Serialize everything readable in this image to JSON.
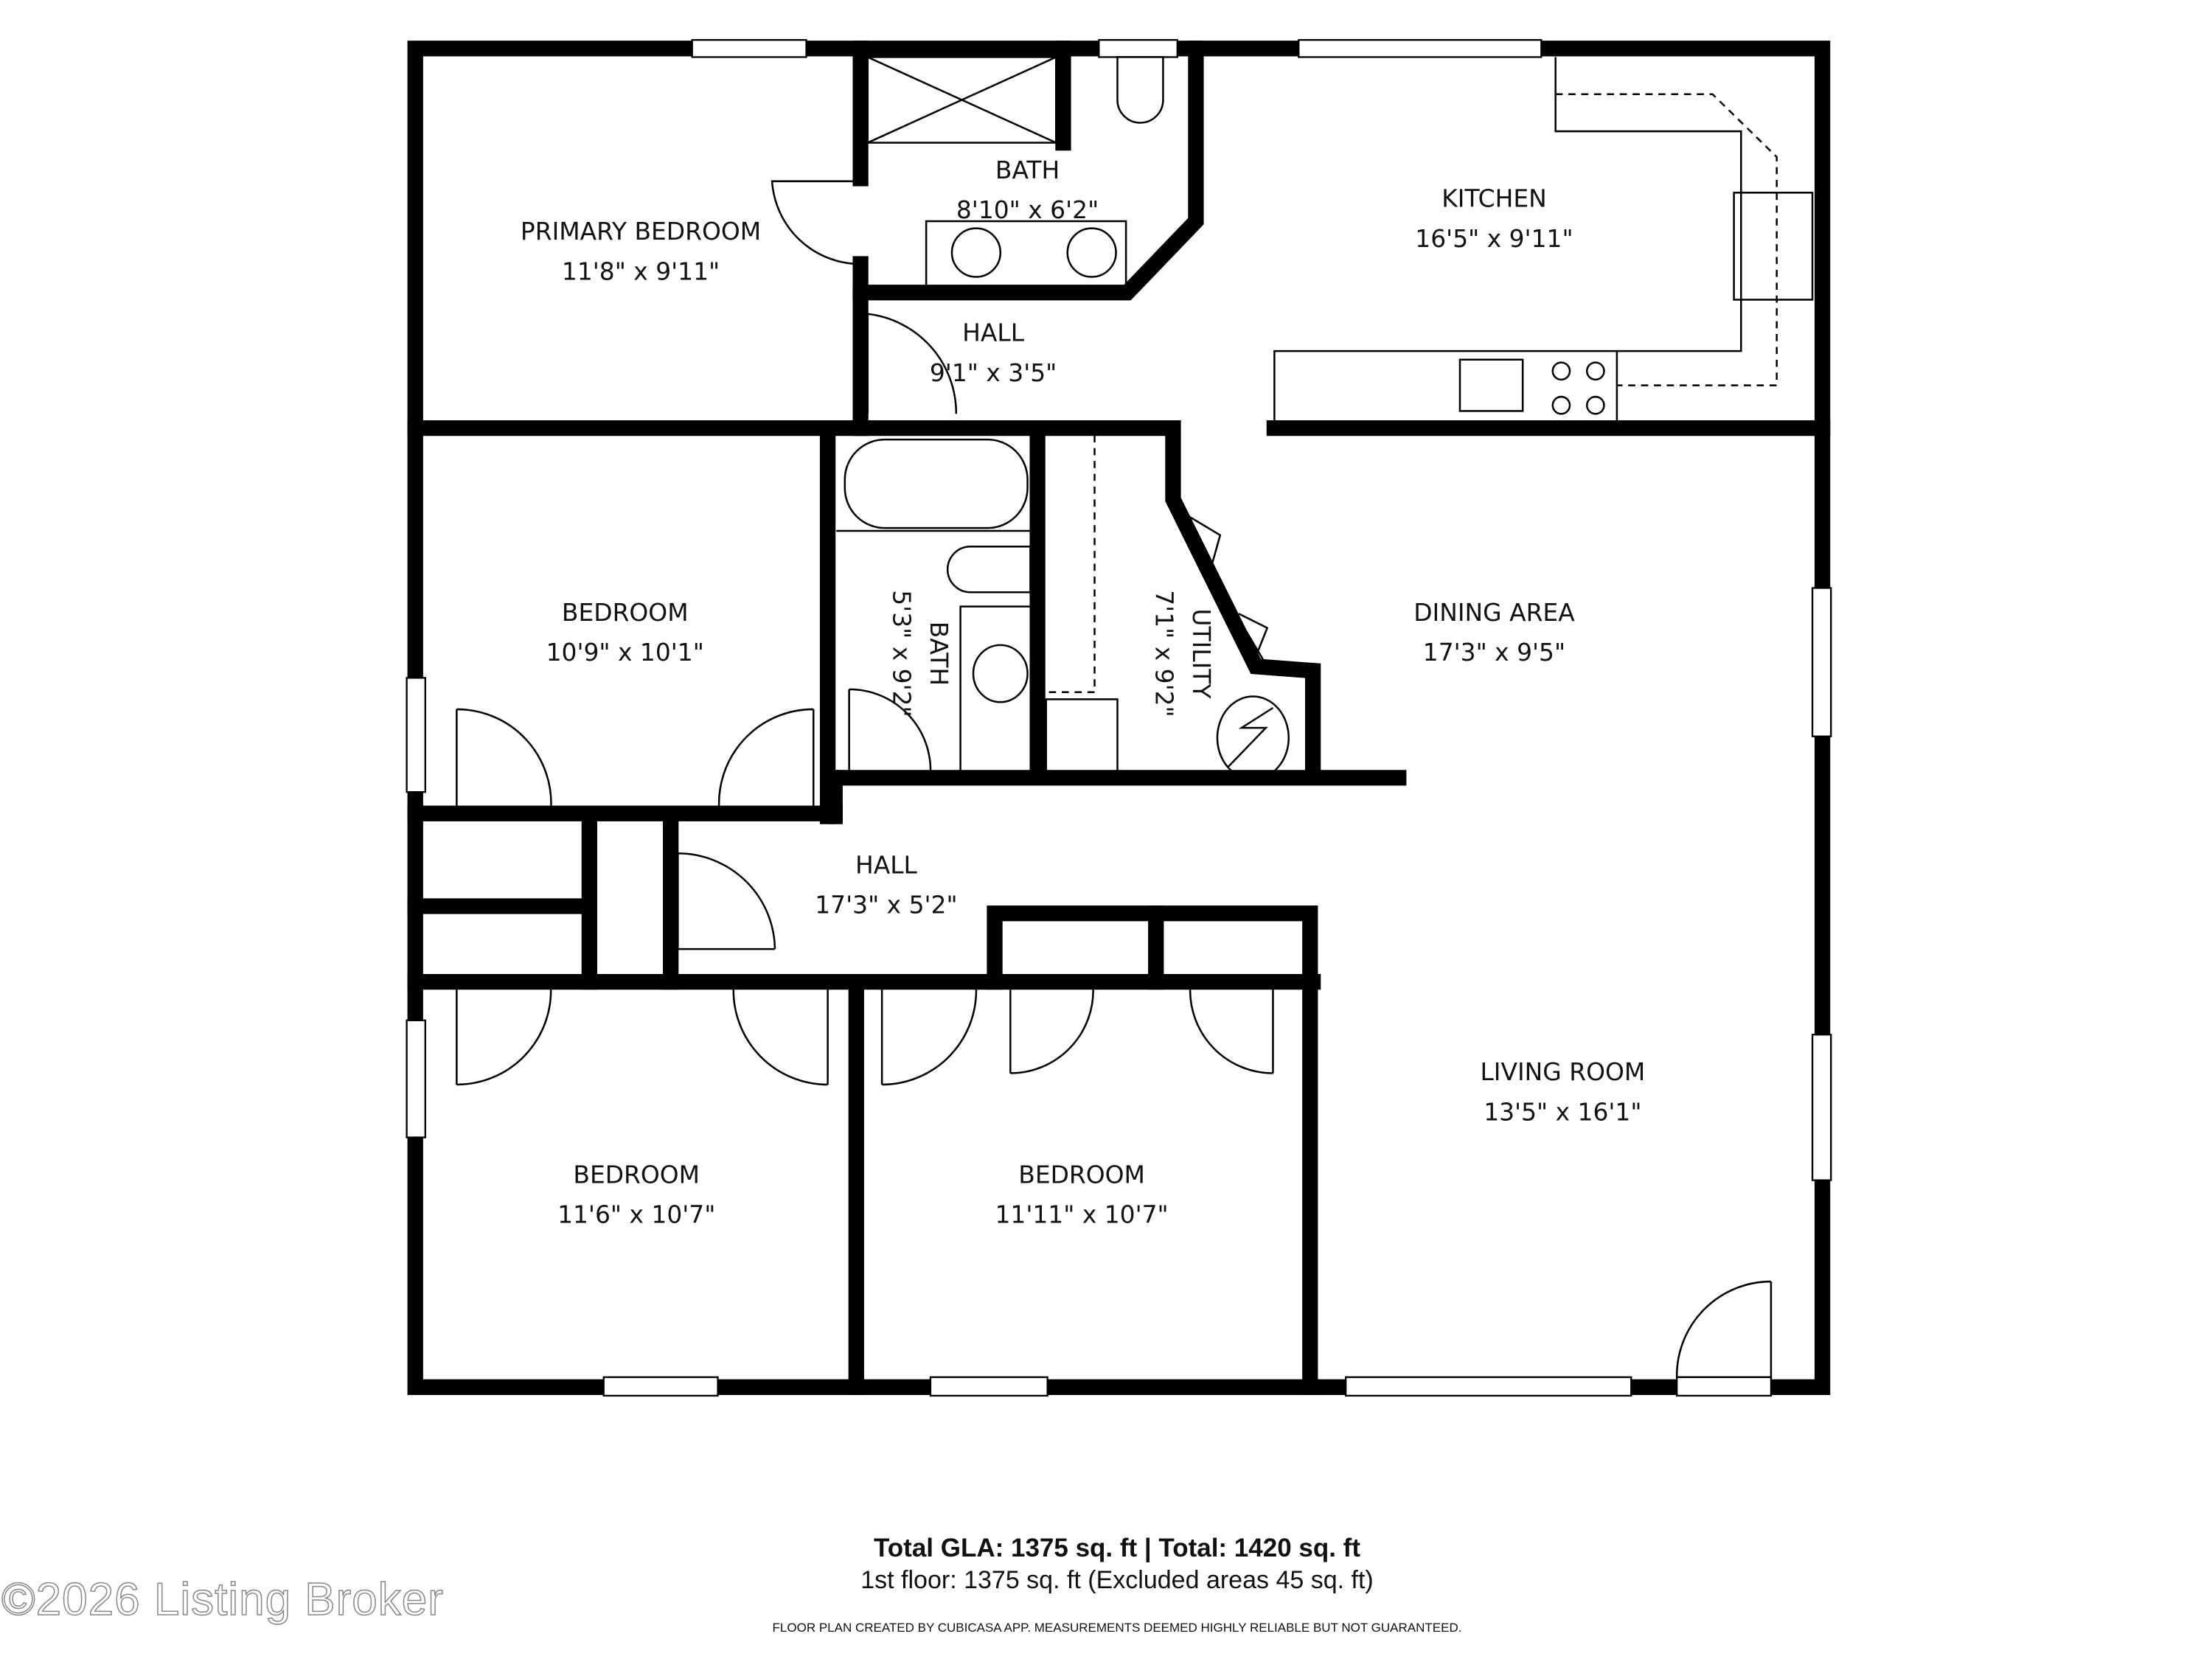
{
  "rooms": [
    {
      "name": "PRIMARY BEDROOM",
      "size": "11'8\" x 9'11\""
    },
    {
      "name": "BATH",
      "size": "8'10\" x 6'2\""
    },
    {
      "name": "KITCHEN",
      "size": "16'5\" x 9'11\""
    },
    {
      "name": "HALL",
      "size": "9'1\" x 3'5\""
    },
    {
      "name": "BEDROOM",
      "size": "10'9\" x 10'1\""
    },
    {
      "name": "BATH",
      "size": "5'3\" x 9'2\""
    },
    {
      "name": "UTILITY",
      "size": "7'1\" x 9'2\""
    },
    {
      "name": "DINING AREA",
      "size": "17'3\" x 9'5\""
    },
    {
      "name": "HALL",
      "size": "17'3\" x 5'2\""
    },
    {
      "name": "LIVING ROOM",
      "size": "13'5\" x 16'1\""
    },
    {
      "name": "BEDROOM",
      "size": "11'6\" x 10'7\""
    },
    {
      "name": "BEDROOM",
      "size": "11'11\" x 10'7\""
    }
  ],
  "footer": {
    "total": "Total GLA: 1375 sq. ft | Total: 1420 sq. ft",
    "floor": "1st floor: 1375 sq. ft (Excluded areas 45 sq. ft)",
    "note": "FLOOR PLAN CREATED BY CUBICASA APP. MEASUREMENTS DEEMED HIGHLY RELIABLE BUT NOT GUARANTEED."
  },
  "watermark": "©2026 Listing Broker"
}
